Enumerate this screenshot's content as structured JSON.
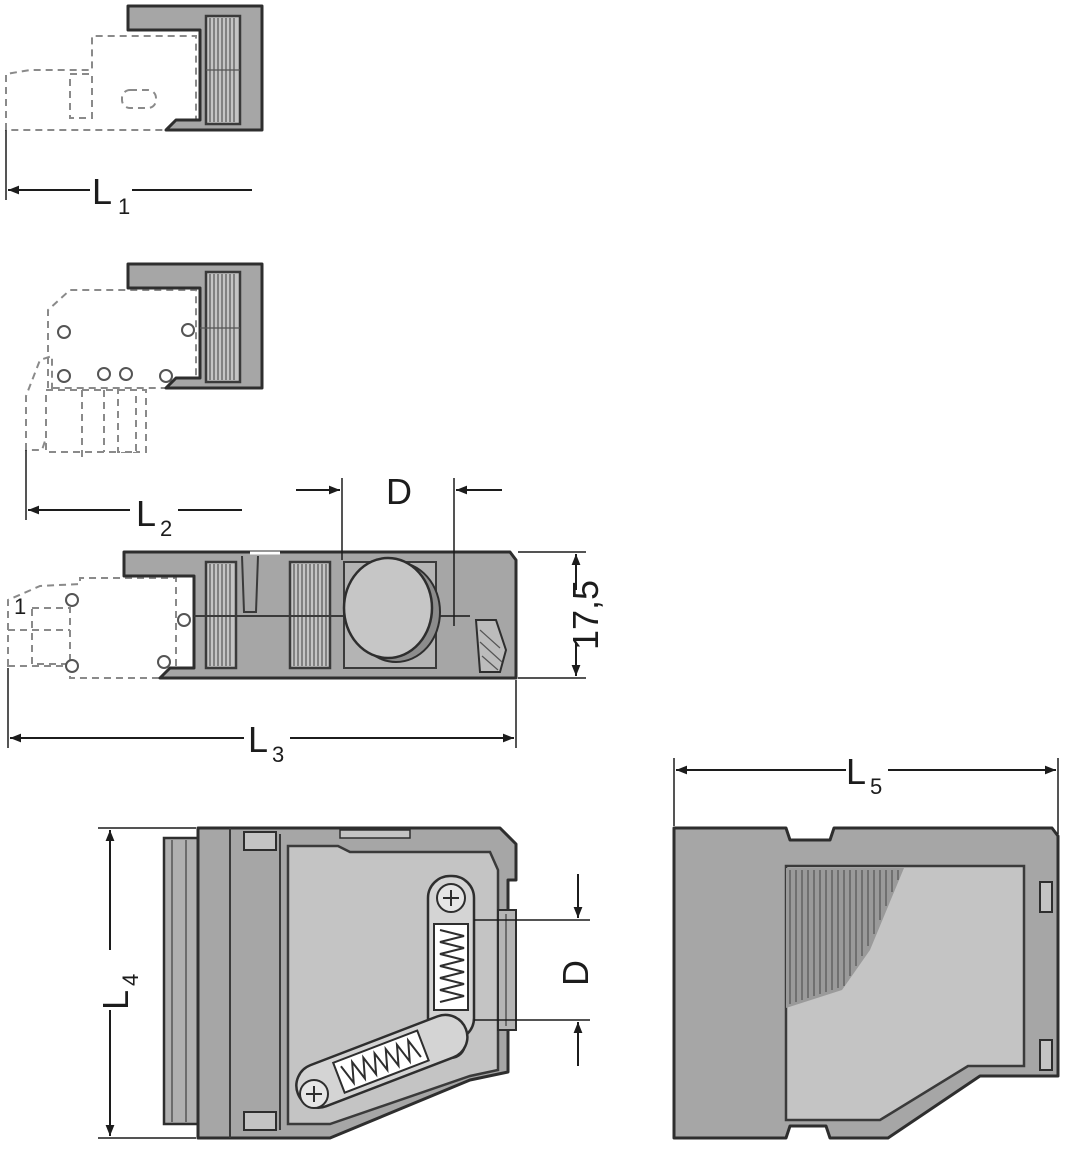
{
  "labels": {
    "l1": {
      "main": "L",
      "sub": "1"
    },
    "l2": {
      "main": "L",
      "sub": "2"
    },
    "l3": {
      "main": "L",
      "sub": "3"
    },
    "l4": {
      "main": "L",
      "sub": "4"
    },
    "l5": {
      "main": "L",
      "sub": "5"
    },
    "d_top": "D",
    "d_side": "D",
    "height_value": "17,5",
    "small_mark": "1"
  }
}
